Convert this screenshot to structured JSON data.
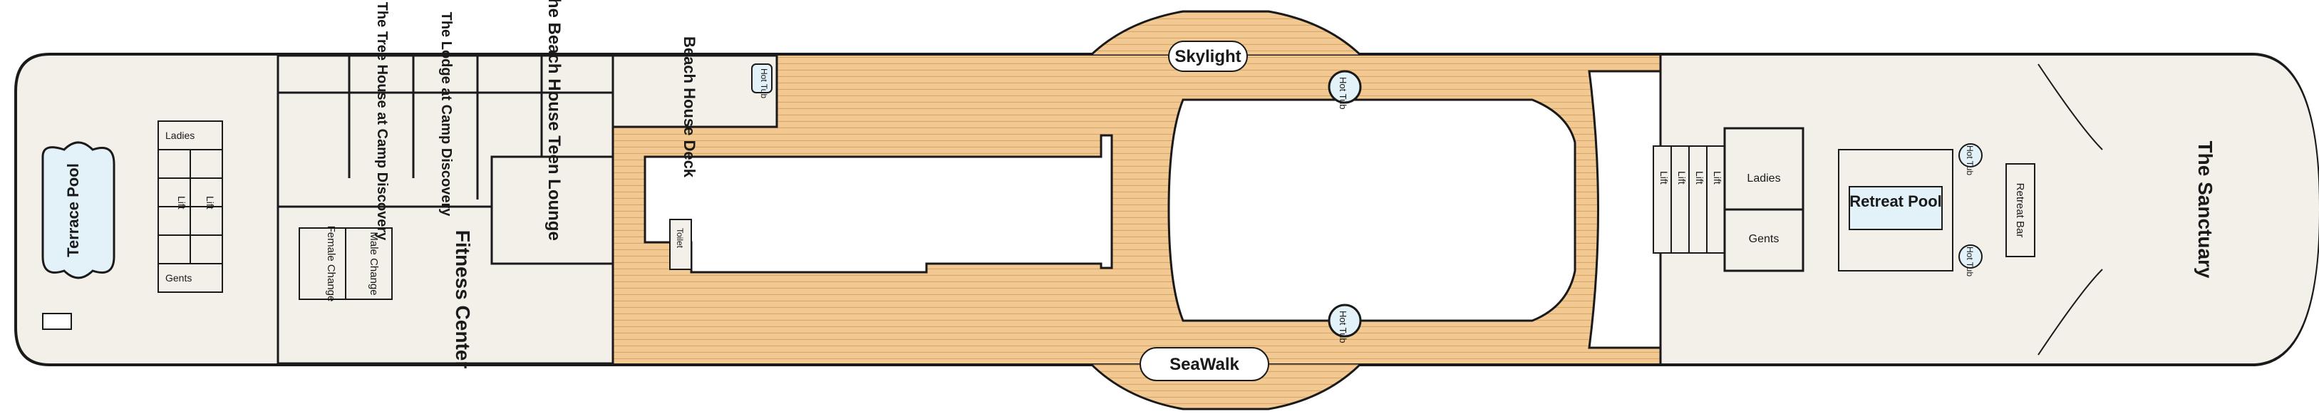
{
  "spaces": {
    "terrace_pool": "Terrace Pool",
    "tree_house": "The Tree House at Camp Discovery",
    "lodge": "The Lodge at Camp Discovery",
    "beach_house_teen": "The Beach House Teen Lounge",
    "beach_house_deck": "Beach House Deck",
    "fitness_center": "Fitness Center",
    "female_change": "Female Change",
    "male_change": "Male Change",
    "skylight": "Skylight",
    "seawalk": "SeaWalk",
    "retreat_pool": "Retreat Pool",
    "retreat_bar": "Retreat Bar",
    "sanctuary": "The Sanctuary"
  },
  "facilities": {
    "ladies": "Ladies",
    "gents": "Gents",
    "lift": "Lift",
    "toilet": "Toilet",
    "hot_tub": "Hot Tub"
  },
  "colors": {
    "interior": "#f3efe9",
    "deck_wood": "#f2c992",
    "deck_plank": "#d9a766",
    "pool_water": "#e3f1f8",
    "wall": "#1a1a1a"
  }
}
